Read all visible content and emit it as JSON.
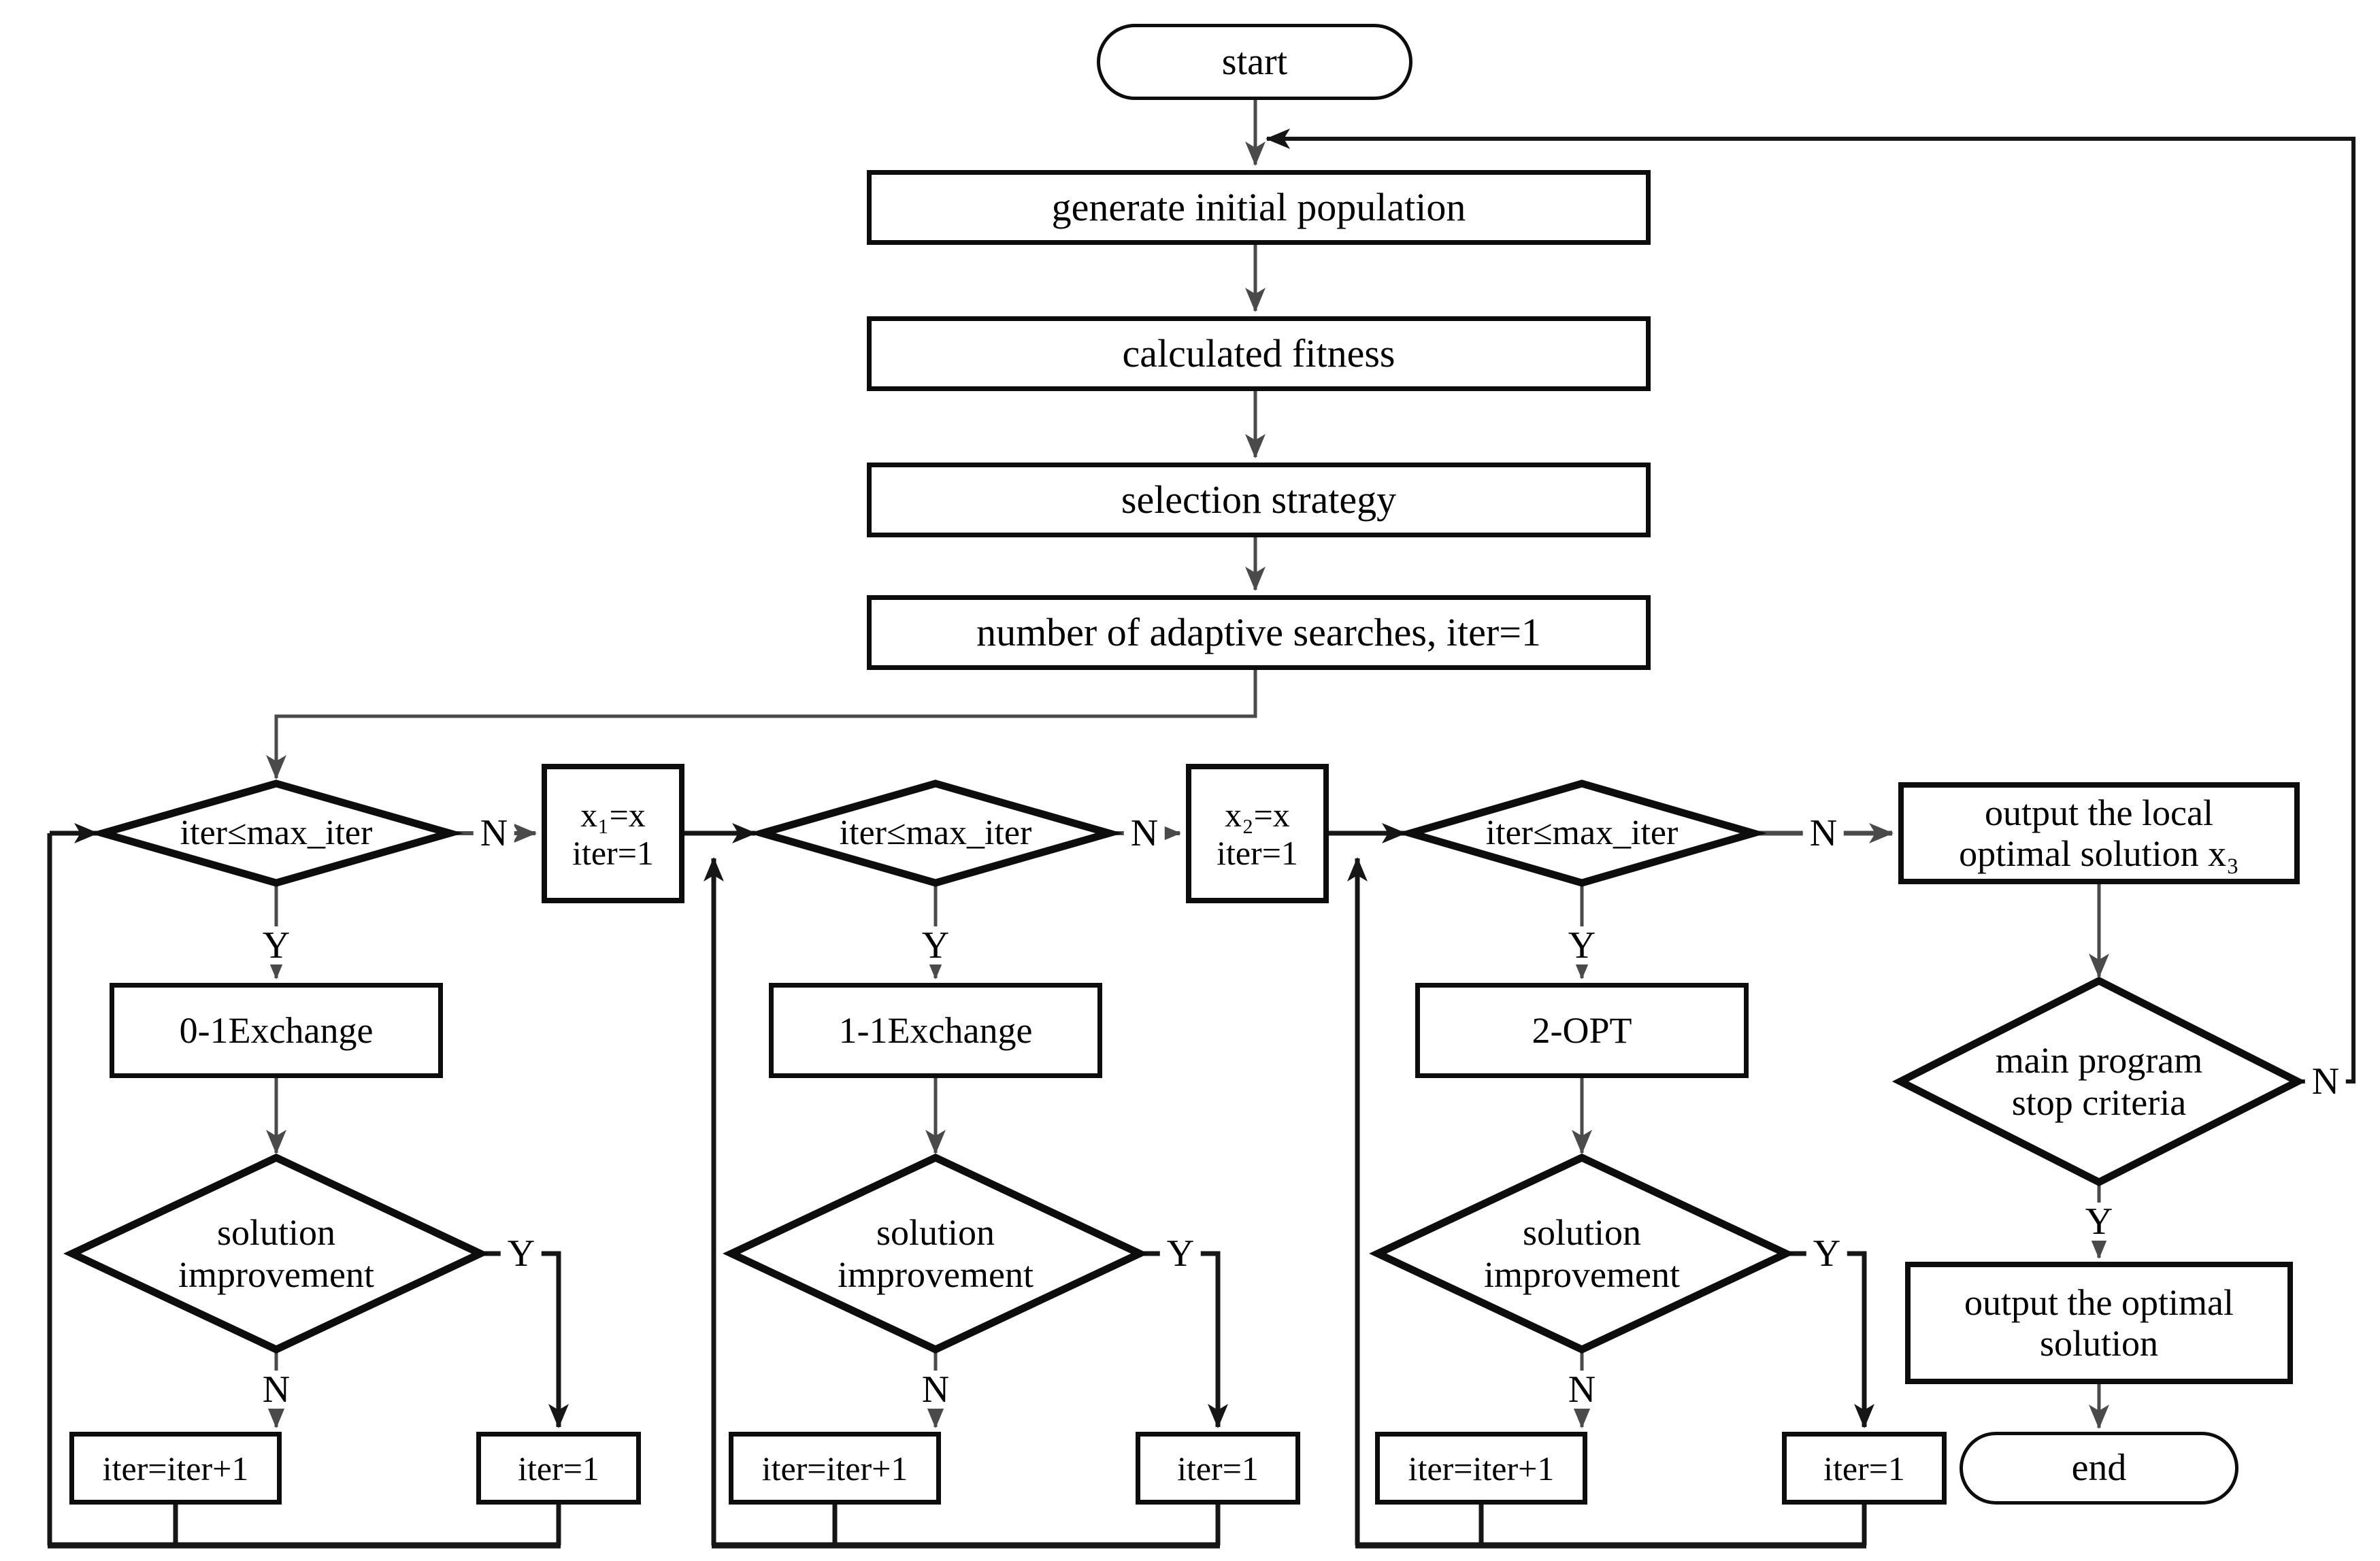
{
  "labels": {
    "yes": "Y",
    "no": "N"
  },
  "nodes": {
    "start": "start",
    "generate": "generate initial population",
    "fitness": "calculated fitness",
    "selection": "selection strategy",
    "adaptive": "number of adaptive searches, iter=1",
    "cond1": "iter≤max_iter",
    "cond2": "iter≤max_iter",
    "cond3": "iter≤max_iter",
    "x1_line1": "x₁=x",
    "x1_line2": "iter=1",
    "x2_line1": "x₂=x",
    "x2_line2": "iter=1",
    "exchange1": "0-1Exchange",
    "exchange2": "1-1Exchange",
    "exchange3": "2-OPT",
    "sol_line1": "solution",
    "sol_line2": "improvement",
    "inc": "iter=iter+1",
    "reset": "iter=1",
    "out_local_line1": "output the local",
    "out_local_line2": "optimal solution x₃",
    "stop_line1": "main program",
    "stop_line2": "stop criteria",
    "out_opt_line1": "output the optimal",
    "out_opt_line2": "solution",
    "end": "end"
  },
  "colors": {
    "background": "#ffffff",
    "shape_border": "#0d0d0d",
    "connector_gray": "#4a4a4a",
    "connector_black": "#161616",
    "text": "#000000"
  }
}
